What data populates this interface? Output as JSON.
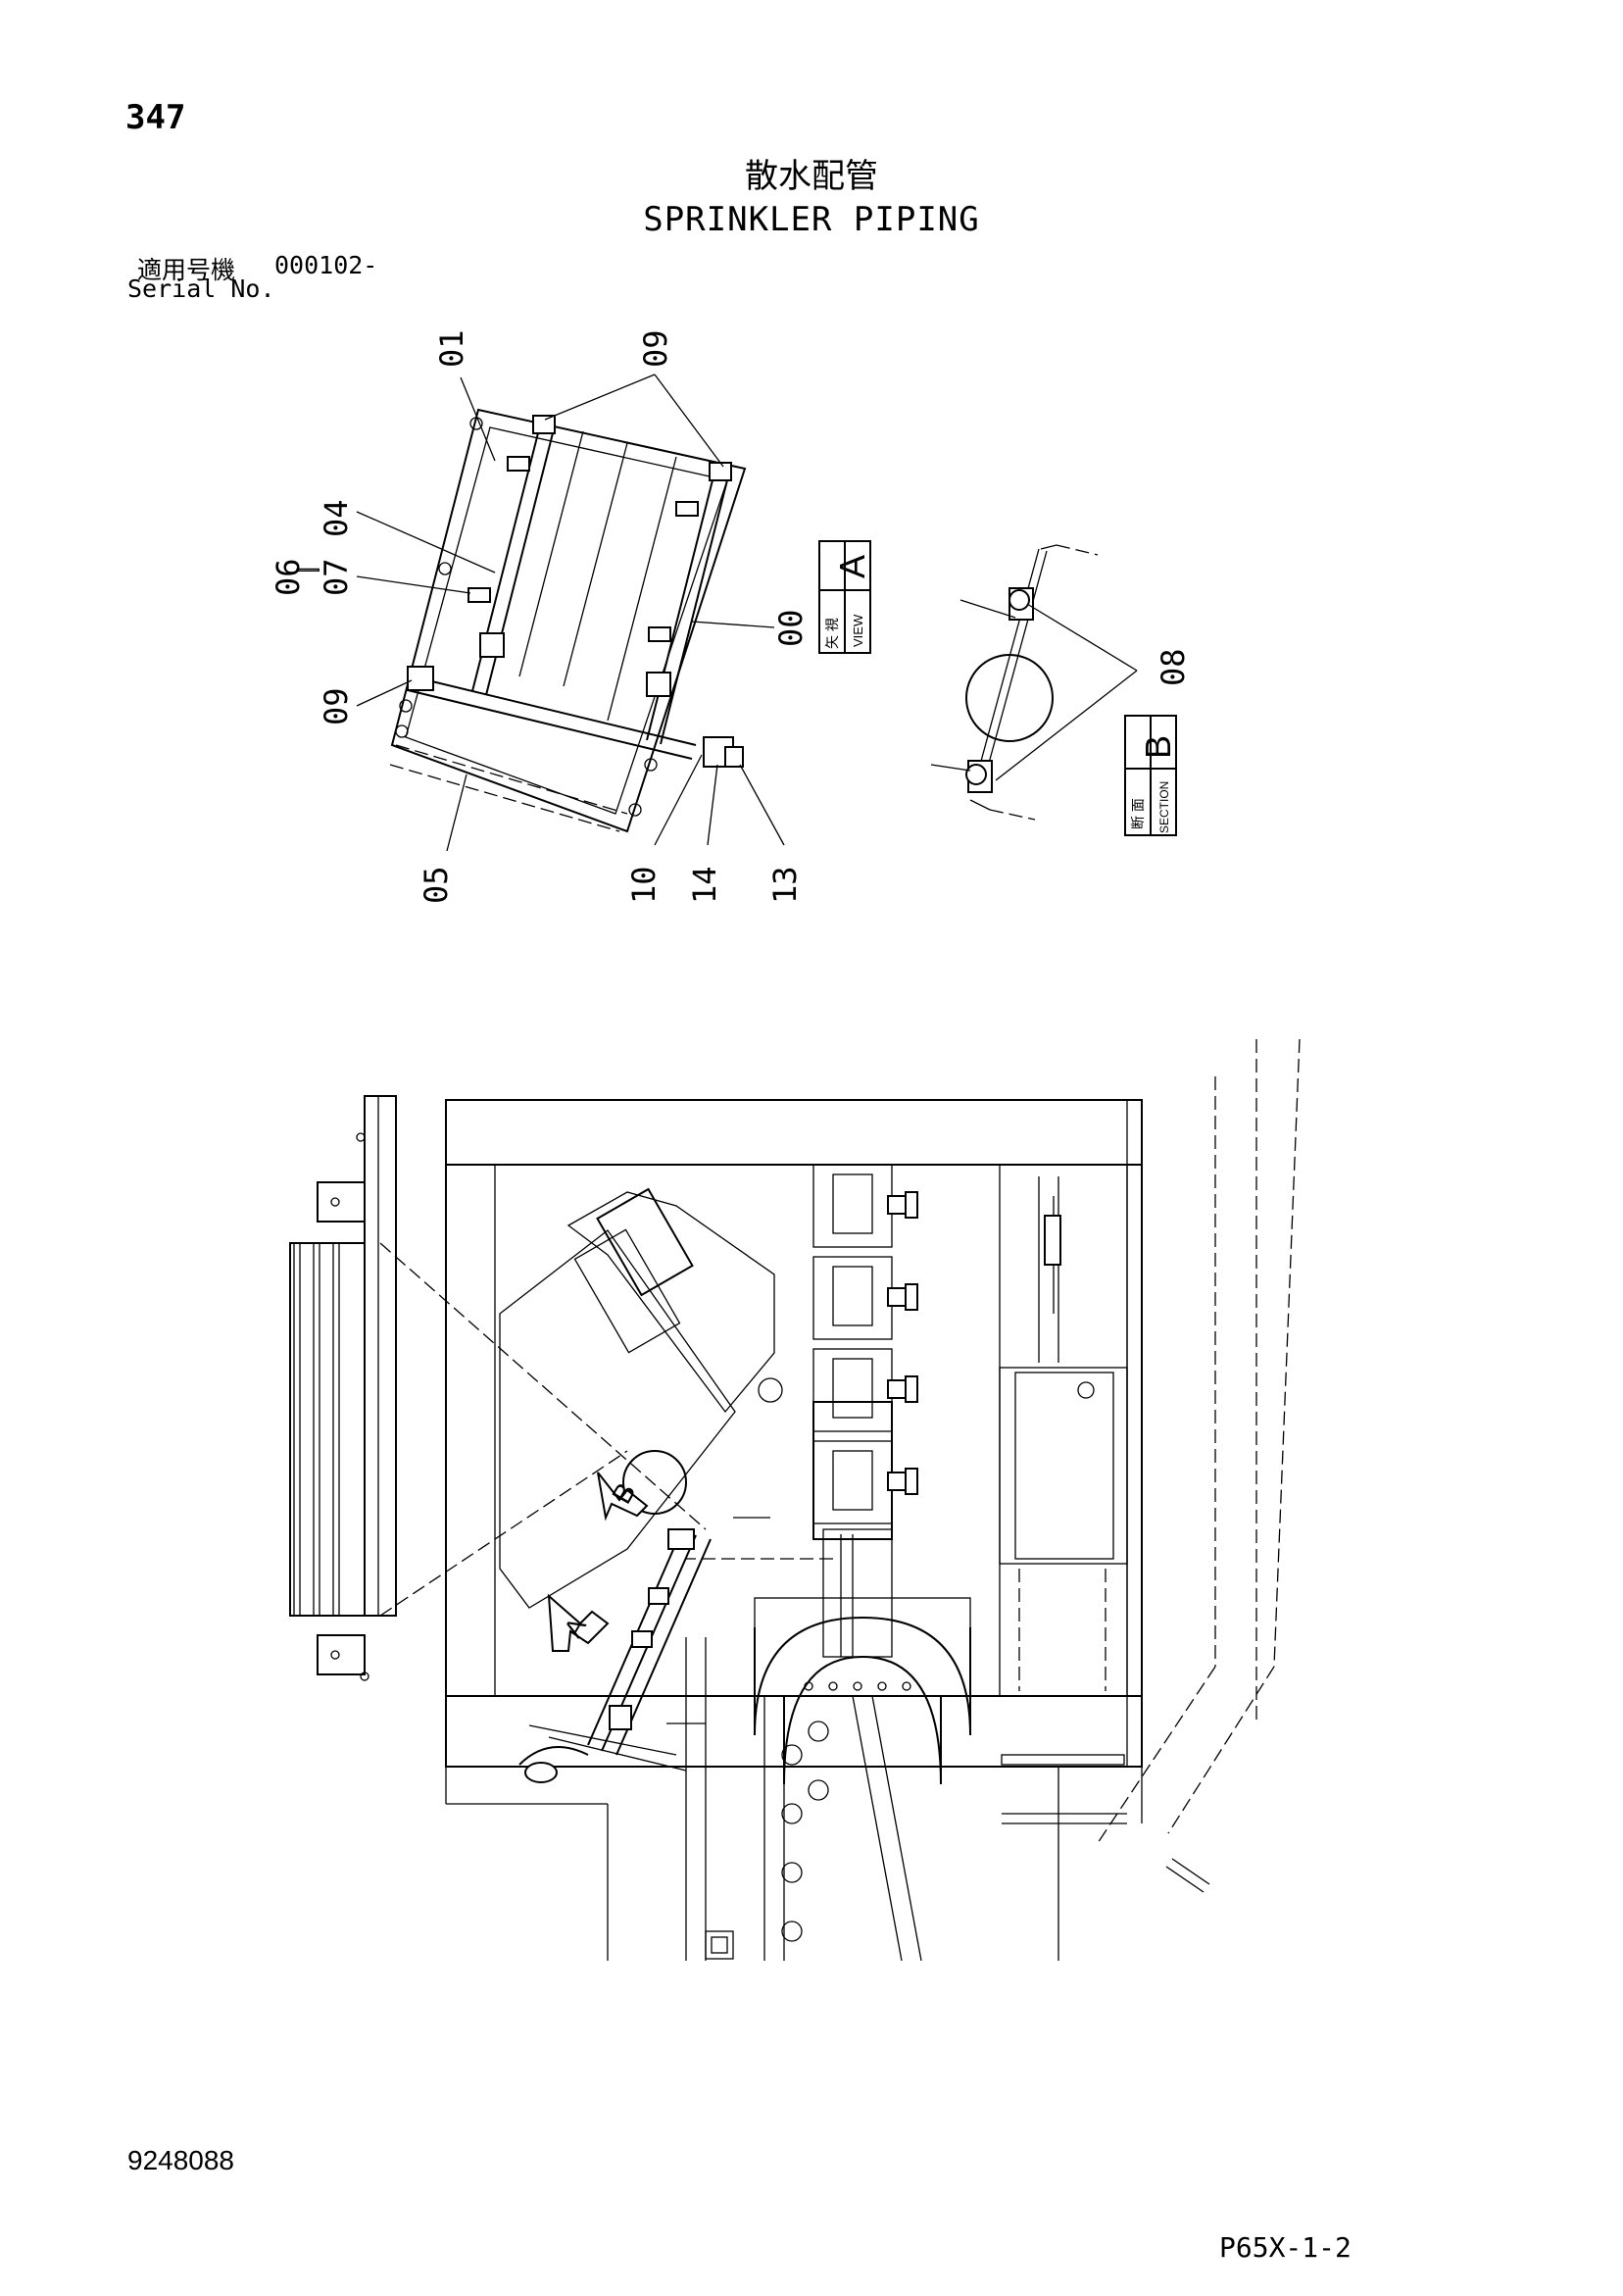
{
  "page_number": "347",
  "title_jp": "散水配管",
  "title_en": "SPRINKLER PIPING",
  "serial": {
    "label_jp": "適用号機",
    "from": "000102-",
    "label_en": "Serial No."
  },
  "view_a": {
    "label_jp": "矢 視",
    "label_en": "VIEW",
    "letter": "A"
  },
  "section_b": {
    "label_jp": "断 面",
    "label_en": "SECTION",
    "letter": "B"
  },
  "callouts": [
    "01",
    "09",
    "04",
    "06",
    "07",
    "00",
    "09",
    "05",
    "10",
    "14",
    "13",
    "08"
  ],
  "main_view_markers": {
    "a": "A",
    "b": "B"
  },
  "drawing_number": "9248088",
  "page_code": "P65X-1-2"
}
